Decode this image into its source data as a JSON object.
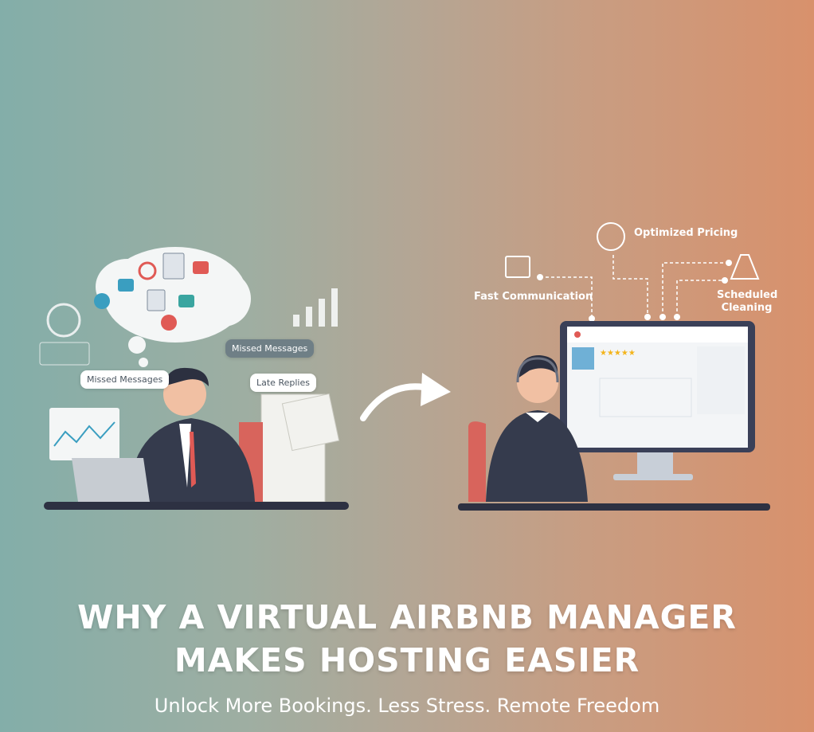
{
  "left_scene": {
    "bubbles": [
      "Missed Messages",
      "Missed Messages",
      "Late Replies"
    ]
  },
  "right_scene": {
    "features": [
      "Optimized Pricing",
      "Fast Communication",
      "Scheduled Cleaning"
    ]
  },
  "headline": {
    "line1": "WHY A VIRTUAL AIRBNB MANAGER",
    "line2": "MAKES HOSTING EASIER"
  },
  "subtitle": "Unlock More Bookings. Less Stress. Remote Freedom",
  "colors": {
    "gradient_left": "#83aea9",
    "gradient_right": "#d8916c",
    "accent_red": "#e05a55",
    "dark_suit": "#353b4d"
  }
}
